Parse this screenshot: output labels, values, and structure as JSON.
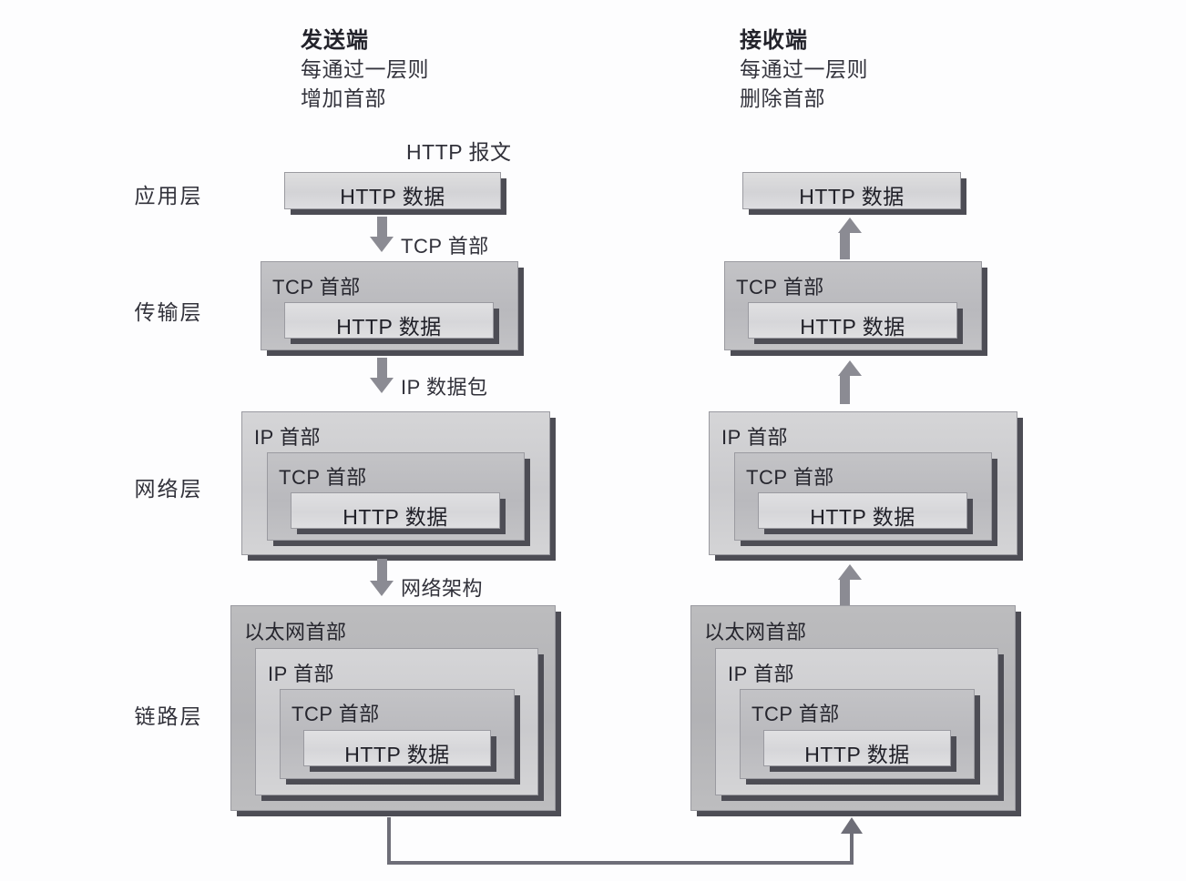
{
  "diagram": {
    "title_sender": "发送端",
    "title_receiver": "接收端",
    "sender_note_line1": "每通过一层则",
    "sender_note_line2": "增加首部",
    "receiver_note_line1": "每通过一层则",
    "receiver_note_line2": "删除首部",
    "top_label": "HTTP 报文",
    "layers": [
      {
        "name": "应用层"
      },
      {
        "name": "传输层"
      },
      {
        "name": "网络层"
      },
      {
        "name": "链路层"
      }
    ],
    "flow_labels": {
      "app_to_transport": "TCP 首部",
      "transport_to_network": "IP 数据包",
      "network_to_link": "网络架构"
    },
    "headers": {
      "http_data": "HTTP 数据",
      "tcp_header": "TCP 首部",
      "ip_header": "IP 首部",
      "ethernet_header": "以太网首部"
    },
    "colors": {
      "ethernet": "#b4b4b7",
      "ip": "#cdcdd0",
      "tcp": "#bbbbbf",
      "http": "#d9d9dc",
      "arrow": "#8b8b93",
      "shadow": "#4d4d55",
      "text": "#2b2b33",
      "background": "#fdfdfe"
    },
    "sender_stack": [
      {
        "layer": "应用层",
        "encapsulation": [
          "HTTP 数据"
        ]
      },
      {
        "layer": "传输层",
        "encapsulation": [
          "TCP 首部",
          "HTTP 数据"
        ]
      },
      {
        "layer": "网络层",
        "encapsulation": [
          "IP 首部",
          "TCP 首部",
          "HTTP 数据"
        ]
      },
      {
        "layer": "链路层",
        "encapsulation": [
          "以太网首部",
          "IP 首部",
          "TCP 首部",
          "HTTP 数据"
        ]
      }
    ],
    "receiver_stack": [
      {
        "layer": "应用层",
        "encapsulation": [
          "HTTP 数据"
        ]
      },
      {
        "layer": "传输层",
        "encapsulation": [
          "TCP 首部",
          "HTTP 数据"
        ]
      },
      {
        "layer": "网络层",
        "encapsulation": [
          "IP 首部",
          "TCP 首部",
          "HTTP 数据"
        ]
      },
      {
        "layer": "链路层",
        "encapsulation": [
          "以太网首部",
          "IP 首部",
          "TCP 首部",
          "HTTP 数据"
        ]
      }
    ]
  }
}
